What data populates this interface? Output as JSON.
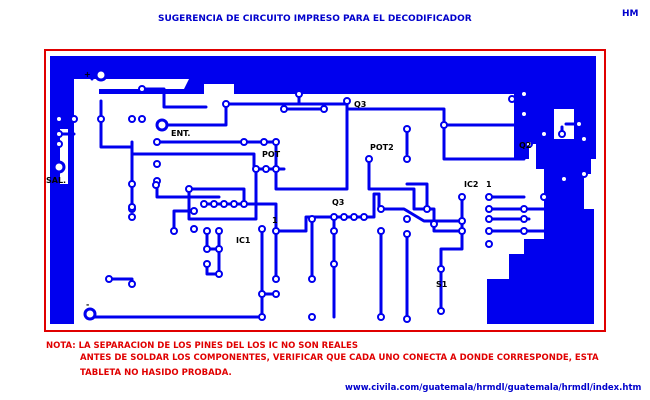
{
  "header": {
    "title": "SUGERENCIA DE CIRCUITO IMPRESO PARA EL DECODIFICADOR",
    "initials": "HM"
  },
  "board": {
    "border_color": "#e00000",
    "copper_color": "#0000ee",
    "labels": {
      "plus": "+",
      "entrada": "ENT.",
      "salida": "SAL.",
      "minus": "-",
      "q3_top": "Q3",
      "pot": "POT",
      "pot2": "POT2",
      "q2": "Q2",
      "ic2": "IC2",
      "ic2_pin1": "1",
      "q3_mid": "Q3",
      "ic1_pin1": "1",
      "ic1": "IC1",
      "s1": "S1"
    }
  },
  "notes": {
    "line1": "NOTA: LA SEPARACION DE LOS PINES DEL LOS IC NO SON REALES",
    "line2": "ANTES DE SOLDAR LOS COMPONENTES, VERIFICAR QUE CADA UNO CONECTA A DONDE CORRESPONDE, ESTA",
    "line3": "TABLETA NO HASIDO PROBADA."
  },
  "footer": {
    "url": "www.civila.com/guatemala/hrmdl/guatemala/hrmdl/index.htm"
  }
}
